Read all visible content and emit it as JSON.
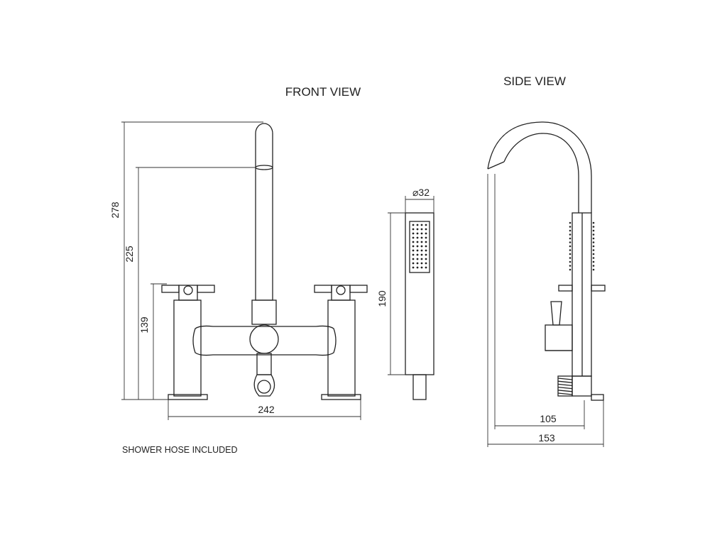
{
  "labels": {
    "front_view": "FRONT VIEW",
    "side_view": "SIDE VIEW",
    "note": "SHOWER HOSE INCLUDED"
  },
  "dimensions": {
    "height_total": "278",
    "height_spout": "225",
    "height_handles": "139",
    "width_front": "242",
    "handset_diameter": "⌀32",
    "handset_length": "190",
    "side_reach_spout": "105",
    "side_depth_total": "153"
  }
}
